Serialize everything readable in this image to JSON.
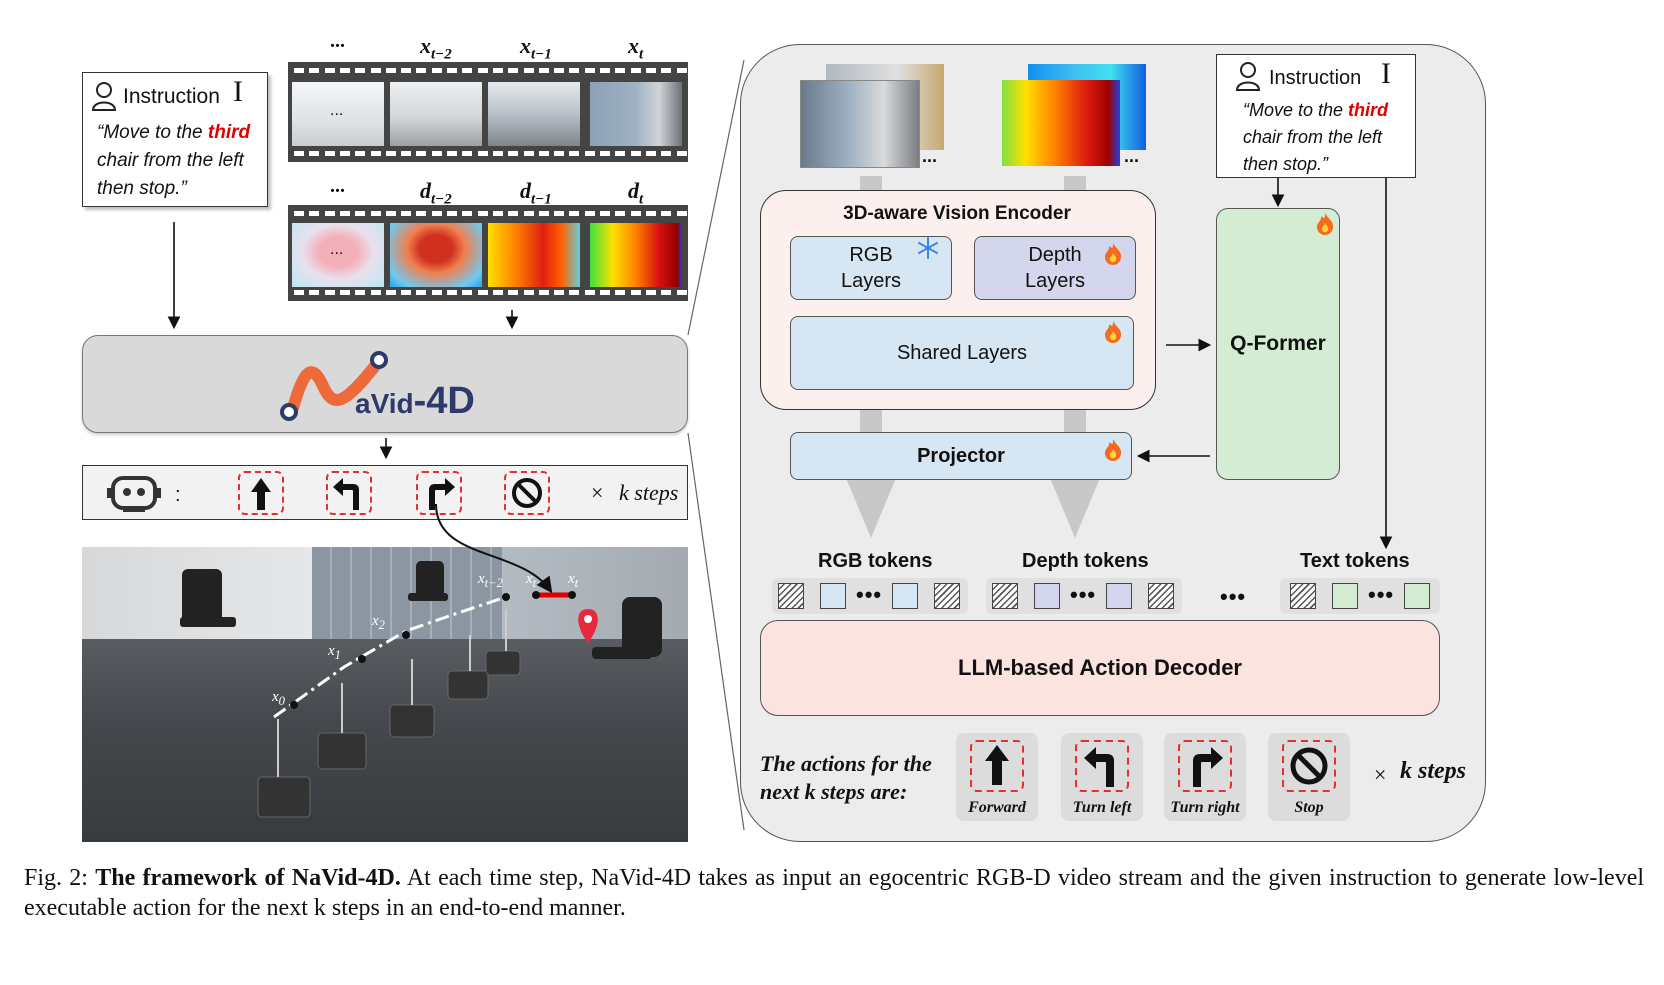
{
  "instruction_left": {
    "title": "Instruction",
    "symbol": "I",
    "quote_pre": "“Move to the ",
    "quote_em": "third",
    "quote_post": " chair from the left then stop.”"
  },
  "rgb_frames": {
    "labels": [
      "...",
      "x",
      "x",
      "x"
    ],
    "subs": [
      "",
      "t−2",
      "t−1",
      "t"
    ],
    "first_cell_text": "..."
  },
  "depth_frames": {
    "labels": [
      "...",
      "d",
      "d",
      "d"
    ],
    "subs": [
      "",
      "t−2",
      "t−1",
      "t"
    ],
    "first_cell_text": "..."
  },
  "logo": {
    "n": "N",
    "avid": "aVid",
    "dash4d": "-4D"
  },
  "action_bar": {
    "colon": ":",
    "times": "×",
    "k_steps": "k steps"
  },
  "scene": {
    "waypoints": [
      "x",
      "x",
      "x",
      "x",
      "x",
      "x"
    ],
    "waypoint_subs": [
      "0",
      "1",
      "2",
      "t−2",
      "t−",
      "t"
    ]
  },
  "right_panel": {
    "rgb_more": "...",
    "depth_more": "...",
    "encoder_title": "3D-aware Vision Encoder",
    "rgb_layers": "RGB Layers",
    "depth_layers": "Depth Layers",
    "shared_layers": "Shared Layers",
    "projector": "Projector",
    "qformer": "Q-Former",
    "instruction_title": "Instruction",
    "instruction_symbol": "I",
    "quote_pre": "“Move to the ",
    "quote_em": "third",
    "quote_post": " chair from the left then stop.”",
    "rgb_tokens": "RGB tokens",
    "depth_tokens": "Depth tokens",
    "text_tokens": "Text tokens",
    "token_dots": "•••",
    "between_dots": "•••",
    "decoder": "LLM-based Action Decoder",
    "actions_intro": "The actions for the next k steps are:",
    "actions": [
      "Forward",
      "Turn left",
      "Turn right",
      "Stop"
    ],
    "times": "×",
    "k_steps": "k steps"
  },
  "caption": {
    "label": "Fig. 2:",
    "title": "The framework of NaVid-4D.",
    "body": " At each time step, NaVid-4D takes as input an egocentric RGB-D video stream and the given instruction to generate low-level executable action for the next k steps in an end-to-end manner."
  },
  "colors": {
    "accent_orange": "#ee6a3a",
    "logo_navy": "#2d3a6a",
    "red_highlight": "#e00000",
    "rgb_blue": "#d6e6f2",
    "depth_purple": "#d4d6ee",
    "qformer_green": "#d4ecd4",
    "decoder_pink": "#fbe3df",
    "panel_gray": "#ececec"
  },
  "icons": [
    "user-icon",
    "robot-icon",
    "forward-arrow-icon",
    "turn-left-icon",
    "turn-right-icon",
    "stop-icon",
    "snowflake-icon",
    "flame-icon",
    "location-pin-icon"
  ]
}
